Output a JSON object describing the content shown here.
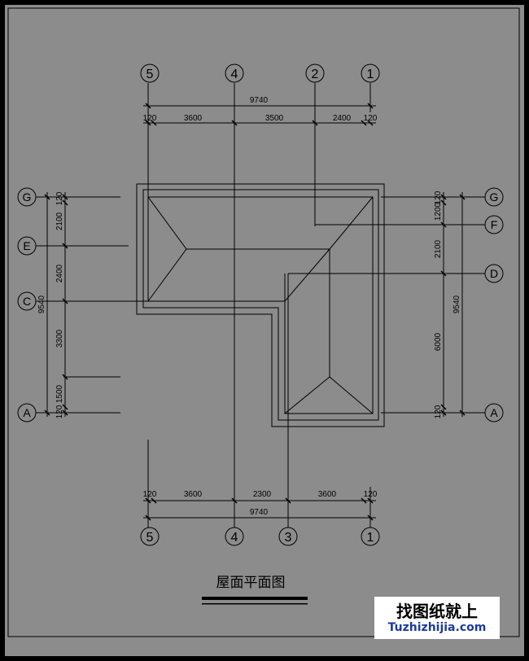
{
  "title": "屋面平面图",
  "logo": {
    "text_cn": "找图纸就上",
    "url": "Tuzhizhijia.com"
  },
  "axes": {
    "top": [
      "5",
      "4",
      "2",
      "1"
    ],
    "bottom": [
      "5",
      "4",
      "3",
      "1"
    ],
    "left": [
      "G",
      "E",
      "C",
      "A"
    ],
    "right": [
      "G",
      "F",
      "D",
      "A"
    ]
  },
  "dims": {
    "top_total": "9740",
    "top_segments": [
      "120",
      "3600",
      "3500",
      "2400",
      "120"
    ],
    "bottom_total": "9740",
    "bottom_segments": [
      "120",
      "3600",
      "2300",
      "3600",
      "120"
    ],
    "left_total": "9540",
    "left_segments": [
      "120",
      "2100",
      "2400",
      "3300",
      "1500",
      "120"
    ],
    "right_total": "9540",
    "right_segments": [
      "120",
      "1200",
      "2100",
      "6000",
      "120"
    ]
  },
  "colors": {
    "background": "#8c8c8c",
    "frame": "#000000",
    "line": "#000000",
    "logo_url": "#1b3a9c"
  }
}
